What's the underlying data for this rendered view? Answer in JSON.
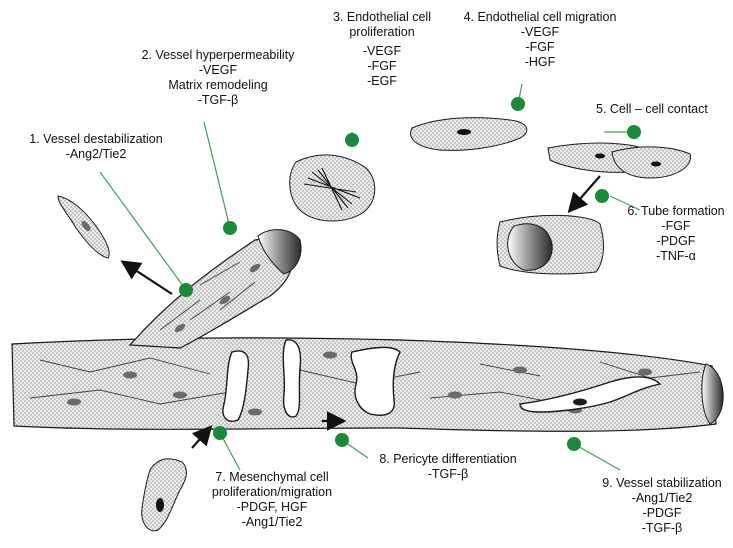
{
  "colors": {
    "dot": "#1a8a3a",
    "leader_line": "#3aa35a",
    "cell_fill": "#e4e4e4",
    "outline": "#1a1a1a"
  },
  "steps": [
    {
      "title": "1. Vessel destabilization",
      "factors": [
        "-Ang2/Tie2"
      ]
    },
    {
      "title": "2. Vessel hyperpermeability",
      "factors": [
        "-VEGF"
      ],
      "subtitle": "Matrix remodeling",
      "sub_factors": [
        "-TGF-β"
      ]
    },
    {
      "title_lines": [
        "3. Endothelial cell",
        "proliferation"
      ],
      "factors": [
        "-VEGF",
        "-FGF",
        "-EGF"
      ]
    },
    {
      "title": "4. Endothelial cell migration",
      "factors": [
        "-VEGF",
        "-FGF",
        "-HGF"
      ]
    },
    {
      "title": "5. Cell – cell contact"
    },
    {
      "title": "6. Tube formation",
      "factors": [
        "-FGF",
        "-PDGF",
        "-TNF-α"
      ]
    },
    {
      "title_lines": [
        "7. Mesenchymal cell",
        "proliferation/migration"
      ],
      "factors": [
        "-PDGF, HGF",
        "-Ang1/Tie2"
      ]
    },
    {
      "title": "8. Pericyte differentiation",
      "factors": [
        "-TGF-β"
      ]
    },
    {
      "title": "9. Vessel stabilization",
      "factors": [
        "-Ang1/Tie2",
        "-PDGF",
        "-TGF-β"
      ]
    }
  ]
}
